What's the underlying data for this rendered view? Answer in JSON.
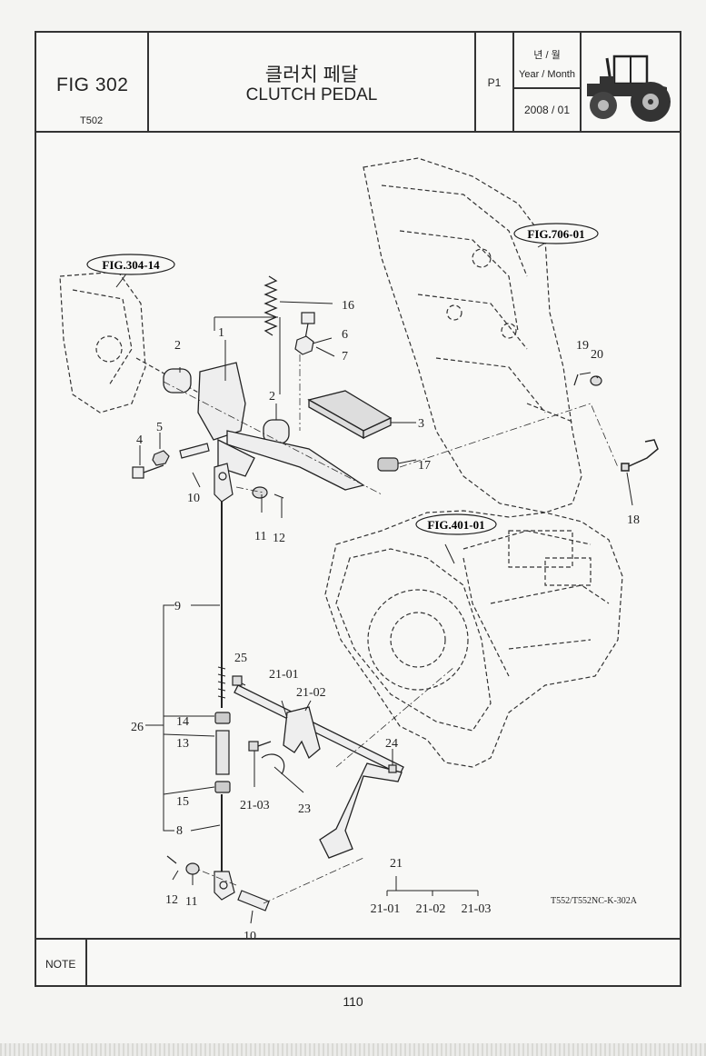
{
  "header": {
    "fig_no": "FIG 302",
    "model": "T502",
    "title_ko": "클러치 페달",
    "title_en": "CLUTCH PEDAL",
    "page_tag": "P1",
    "year_month_ko": "년 / 월",
    "year_month_en": "Year / Month",
    "date": "2008 / 01"
  },
  "refs": {
    "fig_304_14": "FIG.304-14",
    "fig_706_01": "FIG.706-01",
    "fig_401_01": "FIG.401-01"
  },
  "parts": {
    "p1": "1",
    "p2a": "2",
    "p2b": "2",
    "p3": "3",
    "p4": "4",
    "p5": "5",
    "p6": "6",
    "p7": "7",
    "p8": "8",
    "p9": "9",
    "p10a": "10",
    "p10b": "10",
    "p11a": "11",
    "p11b": "11",
    "p12a": "12",
    "p12b": "12",
    "p13": "13",
    "p14": "14",
    "p15": "15",
    "p16": "16",
    "p17": "17",
    "p18": "18",
    "p19": "19",
    "p20": "20",
    "p21_01": "21-01",
    "p21_02": "21-02",
    "p21_03": "21-03",
    "p23": "23",
    "p24": "24",
    "p25": "25",
    "p26": "26"
  },
  "legend21": {
    "parent": "21",
    "children": [
      "21-01",
      "21-02",
      "21-03"
    ]
  },
  "drawing_code": "T552/T552NC-K-302A",
  "note_label": "NOTE",
  "page_number": "110"
}
